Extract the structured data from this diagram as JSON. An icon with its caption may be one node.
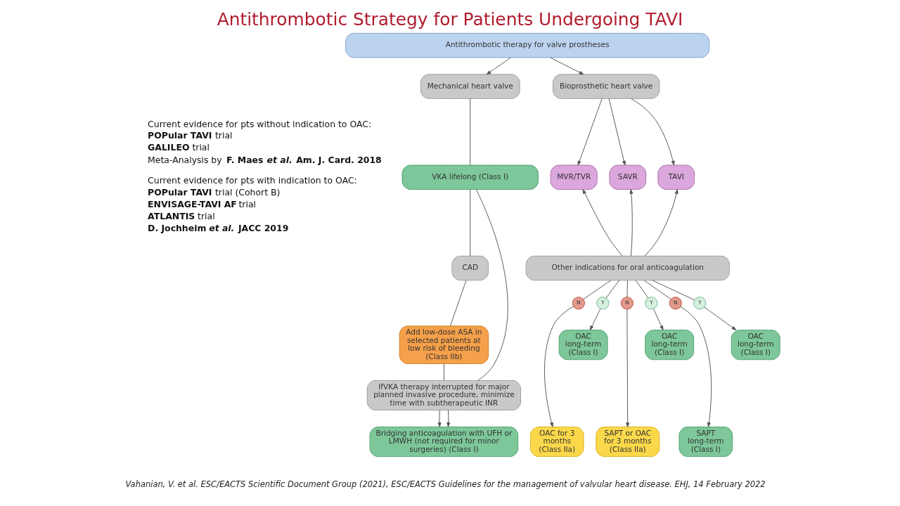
{
  "diagram": {
    "title": "Antithrombotic Strategy for Patients Undergoing TAVI",
    "nodes": [
      {
        "text": [
          "Antithrombotic therapy for valve prostheses"
        ]
      },
      {
        "text": [
          "Mechanical heart valve"
        ]
      },
      {
        "text": [
          "Bioprosthetic heart valve"
        ]
      },
      {
        "text": [
          "VKA lifelong (Class I)"
        ]
      },
      {
        "text": [
          "MVR/TVR"
        ]
      },
      {
        "text": [
          "SAVR"
        ]
      },
      {
        "text": [
          "TAVI"
        ]
      },
      {
        "text": [
          "CAD"
        ]
      },
      {
        "text": [
          "Other indications for oral anticoagulation"
        ]
      },
      {
        "text": [
          "N"
        ]
      },
      {
        "text": [
          "Y"
        ]
      },
      {
        "text": [
          "N"
        ]
      },
      {
        "text": [
          "Y"
        ]
      },
      {
        "text": [
          "N"
        ]
      },
      {
        "text": [
          "Y"
        ]
      },
      {
        "text": [
          "Add low-dose ASA in selected patients at low risk of bleeding (Class IIb)"
        ]
      },
      {
        "text": [
          "OAC long-term (Class I)"
        ]
      },
      {
        "text": [
          "OAC long-term (Class I)"
        ]
      },
      {
        "text": [
          "OAC long-term (Class I)"
        ]
      },
      {
        "text": [
          "IfVKA therapy interrupted for major planned invasive procedure, minimize time with subtherapeutic INR"
        ]
      },
      {
        "text": [
          "Bridging anticoagulation with UFH or LMWH (not required for minor surgeries) (Class I)"
        ]
      },
      {
        "text": [
          "OAC for 3 months (Class IIa)"
        ]
      },
      {
        "text": [
          "SAPT or OAC for 3 months (Class IIa)"
        ]
      },
      {
        "text": [
          "SAPT long-term (Class I)"
        ]
      }
    ],
    "edges": [
      {
        "from": 0,
        "to": 1,
        "arrow": "to"
      },
      {
        "from": 0,
        "to": 2,
        "arrow": "to"
      },
      {
        "from": 1,
        "to": 3,
        "arrow": "none"
      },
      {
        "from": 2,
        "to": 4,
        "arrow": "to"
      },
      {
        "from": 2,
        "to": 5,
        "arrow": "to"
      },
      {
        "from": 2,
        "to": 6,
        "arrow": "to"
      },
      {
        "from": 3,
        "to": 7,
        "arrow": "none"
      },
      {
        "from": 3,
        "to": 19,
        "arrow": "none"
      },
      {
        "from": 7,
        "to": 15,
        "arrow": "none"
      },
      {
        "from": 15,
        "to": 19,
        "arrow": "none"
      },
      {
        "from": 19,
        "to": 20,
        "arrow": "to"
      },
      {
        "from": 19,
        "to": 20,
        "arrow": "to"
      },
      {
        "from": 8,
        "to": 4,
        "arrow": "to"
      },
      {
        "from": 8,
        "to": 5,
        "arrow": "to"
      },
      {
        "from": 8,
        "to": 6,
        "arrow": "to"
      },
      {
        "from": 8,
        "to": 9,
        "arrow": "none"
      },
      {
        "from": 8,
        "to": 10,
        "arrow": "none"
      },
      {
        "from": 8,
        "to": 11,
        "arrow": "none"
      },
      {
        "from": 8,
        "to": 12,
        "arrow": "none"
      },
      {
        "from": 8,
        "to": 13,
        "arrow": "none"
      },
      {
        "from": 8,
        "to": 14,
        "arrow": "none"
      },
      {
        "from": 10,
        "to": 16,
        "arrow": "to"
      },
      {
        "from": 12,
        "to": 17,
        "arrow": "to"
      },
      {
        "from": 14,
        "to": 18,
        "arrow": "to"
      },
      {
        "from": 9,
        "to": 21,
        "arrow": "to"
      },
      {
        "from": 11,
        "to": 22,
        "arrow": "to"
      },
      {
        "from": 13,
        "to": 23,
        "arrow": "to"
      }
    ],
    "labels": [
      "Current evidence for pts without indication to OAC:",
      "**POPular TAVI** trial",
      "**GALILEO** trial",
      "Meta-Analysis by **F. Maes *et al.* Am. J. Card. 2018**",
      "Current evidence for pts with indication to OAC:",
      "**POPular TAVI** trial (Cohort B)",
      "**ENVISAGE-TAVI AF** trial",
      "**ATLANTIS** trial",
      "**D. Jochheim *et al.* JACC 2019**",
      "Vahanian, V. et al. ESC/EACTS Scientific Document Group (2021), ESC/EACTS Guidelines for the management of valvular heart disease. EHJ, 14 February 2022"
    ]
  }
}
